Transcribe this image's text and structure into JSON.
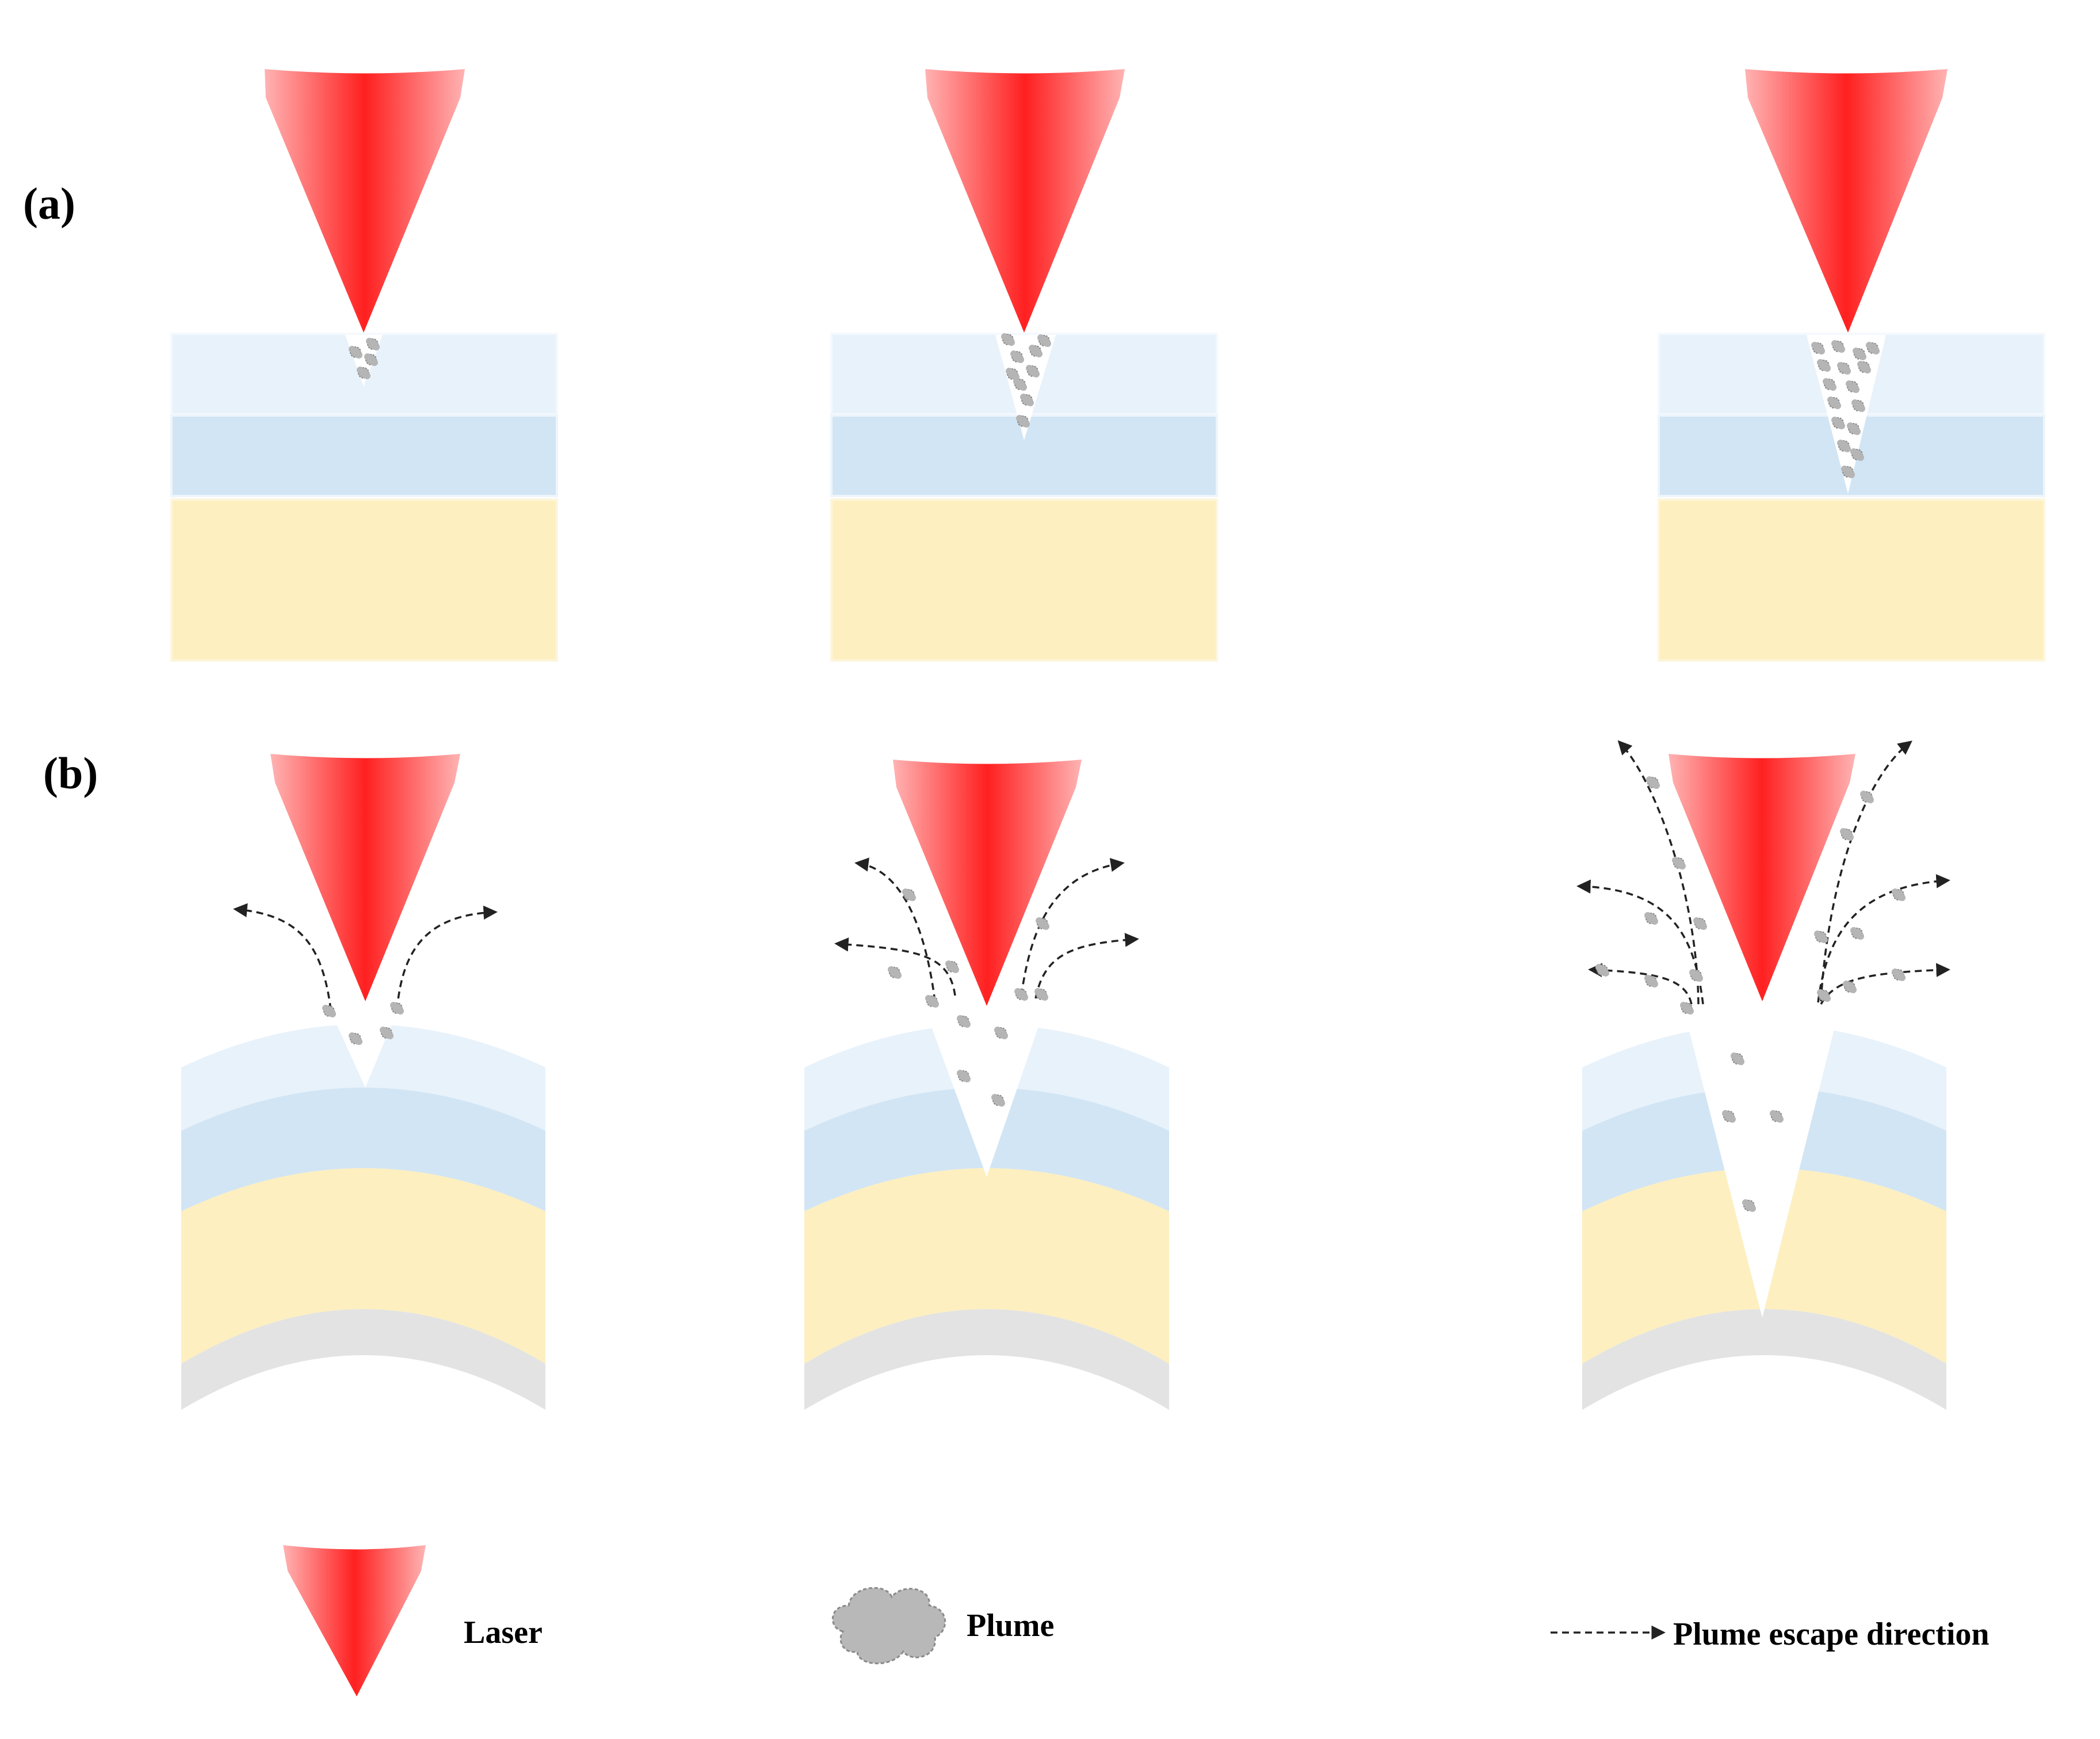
{
  "panels": [
    {
      "id": "a",
      "label": "(a)"
    },
    {
      "id": "b",
      "label": "(b)"
    }
  ],
  "legend": {
    "laser_label": "Laser",
    "plume_label": "Plume",
    "escape_label": "Plume escape direction"
  },
  "colors": {
    "laser": "#ff2a2a",
    "laser_edge": "#ffb0b0",
    "layer_top": "#e8f2fb",
    "layer_middle": "#d2e5f4",
    "layer_bottom": "#fdefc0",
    "layer_base": "#e3e3e3",
    "plume": "#b8b8b8",
    "arrow": "#222222"
  },
  "icons": [
    "laser-cone-icon",
    "plume-cloud-icon",
    "dashed-arrow-icon"
  ]
}
